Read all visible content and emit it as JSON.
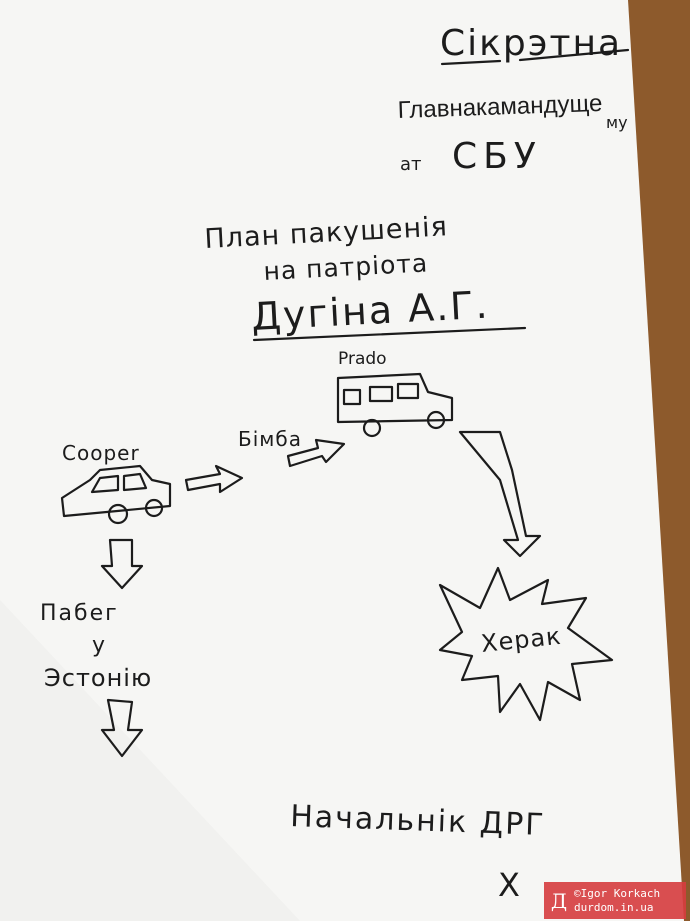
{
  "note": {
    "title": "Сікрэтна",
    "addressee_line1": "Главнакамандуще",
    "addressee_line1_suffix": "му",
    "addressee_prefix": "ат",
    "addressee_org": "СБУ",
    "plan_line1": "План пакушенія",
    "plan_line2": "на патріота",
    "plan_target": "Дугіна А.Г.",
    "car_target_label": "Prado",
    "car_own_label": "Cooper",
    "bomb_label": "Бімба",
    "explosion_label": "Херак",
    "escape_line1": "Пабег",
    "escape_line2": "у",
    "escape_line3": "Эстонію",
    "signature_title": "Начальнік ДРГ",
    "signature_mark": "Х"
  },
  "watermark": {
    "logo": "Д",
    "author": "©Igor Korkach",
    "site": "durdom.in.ua"
  },
  "colors": {
    "paper": "#f7f7f5",
    "ink": "#1c1c1c",
    "background": "#8d5a2c",
    "watermark": "#d63c3e"
  }
}
